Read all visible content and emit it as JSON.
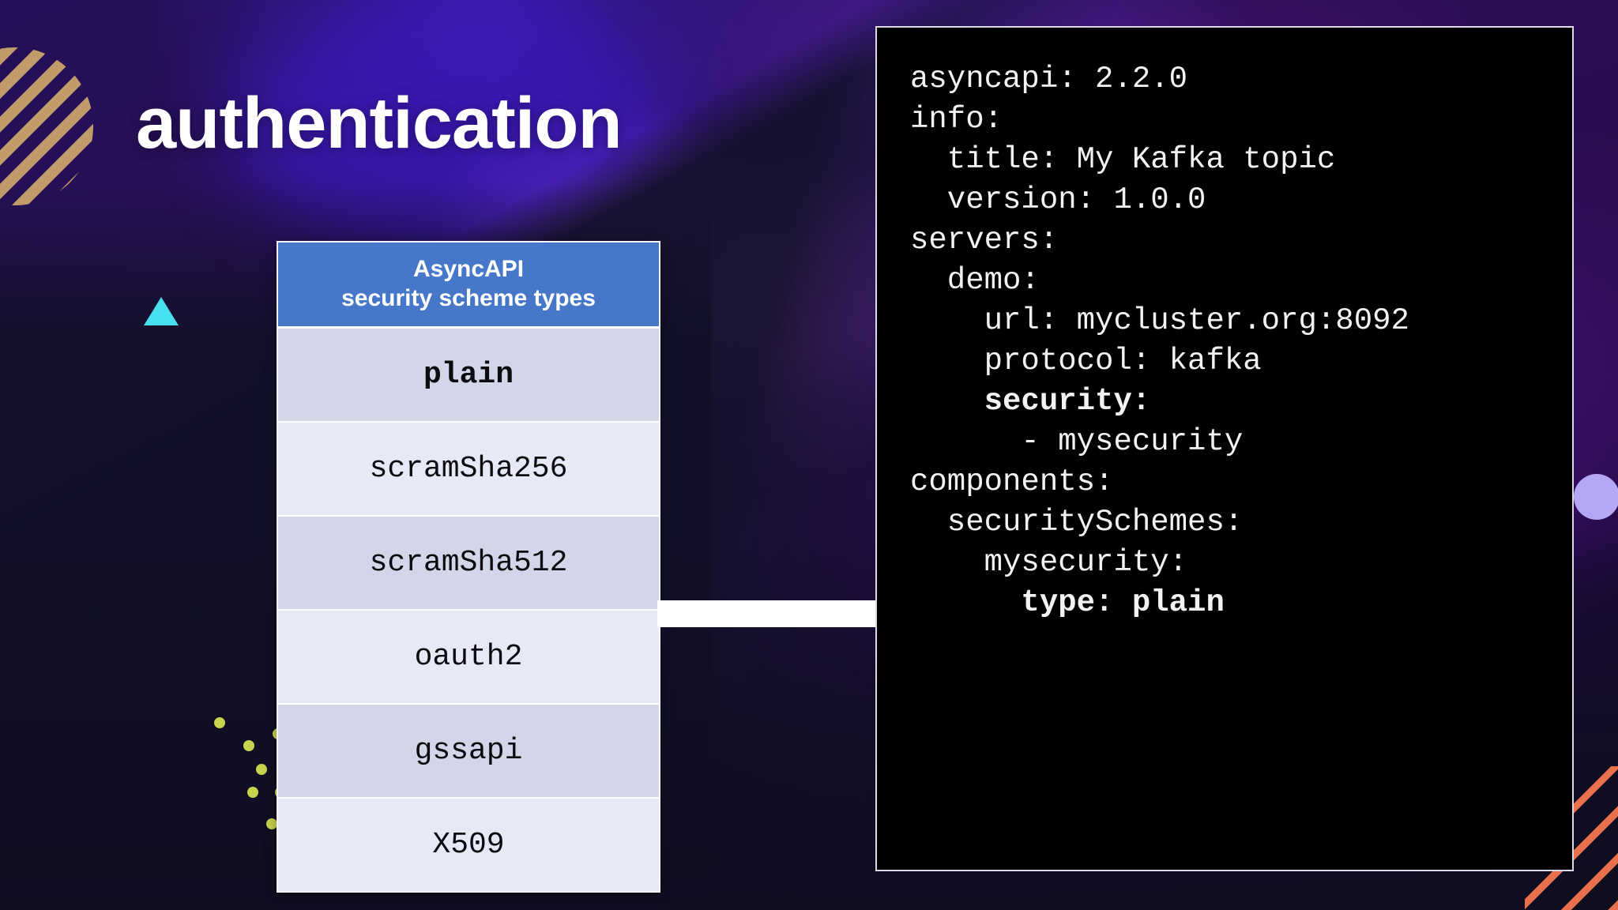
{
  "slide": {
    "title": "authentication",
    "background": {
      "kind": "blurred-stage-photo",
      "palette": {
        "deep_purple": "#2b0f57",
        "indigo": "#241058",
        "navy": "#14122b",
        "magenta_glow": "#7a3ab5"
      }
    },
    "decorations": {
      "striped_circle": {
        "name": "striped-circle",
        "color": "#c9a26a"
      },
      "triangle": {
        "name": "triangle",
        "color": "#47e0f0"
      },
      "dots": {
        "name": "dot-grid",
        "color": "#c8d44e",
        "count": 10
      },
      "right_circle": {
        "name": "circle",
        "color": "#b4a8f5"
      },
      "corner_stripes": {
        "name": "corner-stripes",
        "color": "#e8714c"
      }
    }
  },
  "table": {
    "header_line_1": "AsyncAPI",
    "header_line_2": "security scheme types",
    "header_bg": "#4677c8",
    "rows": [
      {
        "label": "plain",
        "bold": true,
        "shade": "odd"
      },
      {
        "label": "scramSha256",
        "bold": false,
        "shade": "even"
      },
      {
        "label": "scramSha512",
        "bold": false,
        "shade": "odd"
      },
      {
        "label": "oauth2",
        "bold": false,
        "shade": "even"
      },
      {
        "label": "gssapi",
        "bold": false,
        "shade": "odd"
      },
      {
        "label": "X509",
        "bold": false,
        "shade": "even"
      }
    ]
  },
  "arrow": {
    "name": "right-arrow",
    "color": "#ffffff",
    "from": "table",
    "to": "code-panel-type-plain-line"
  },
  "code": {
    "language": "yaml",
    "background": "#000000",
    "text_color": "#f2f2f2",
    "lines": [
      {
        "text": "asyncapi: 2.2.0",
        "bold": false
      },
      {
        "text": "info:",
        "bold": false
      },
      {
        "text": "  title: My Kafka topic",
        "bold": false
      },
      {
        "text": "  version: 1.0.0",
        "bold": false
      },
      {
        "text": "servers:",
        "bold": false
      },
      {
        "text": "  demo:",
        "bold": false
      },
      {
        "text": "    url: mycluster.org:8092",
        "bold": false
      },
      {
        "text": "    protocol: kafka",
        "bold": false
      },
      {
        "text": "    security:",
        "bold": true
      },
      {
        "text": "      - mysecurity",
        "bold": false
      },
      {
        "text": "components:",
        "bold": false
      },
      {
        "text": "  securitySchemes:",
        "bold": false
      },
      {
        "text": "    mysecurity:",
        "bold": false
      },
      {
        "text": "      type: plain",
        "bold": true
      }
    ]
  }
}
